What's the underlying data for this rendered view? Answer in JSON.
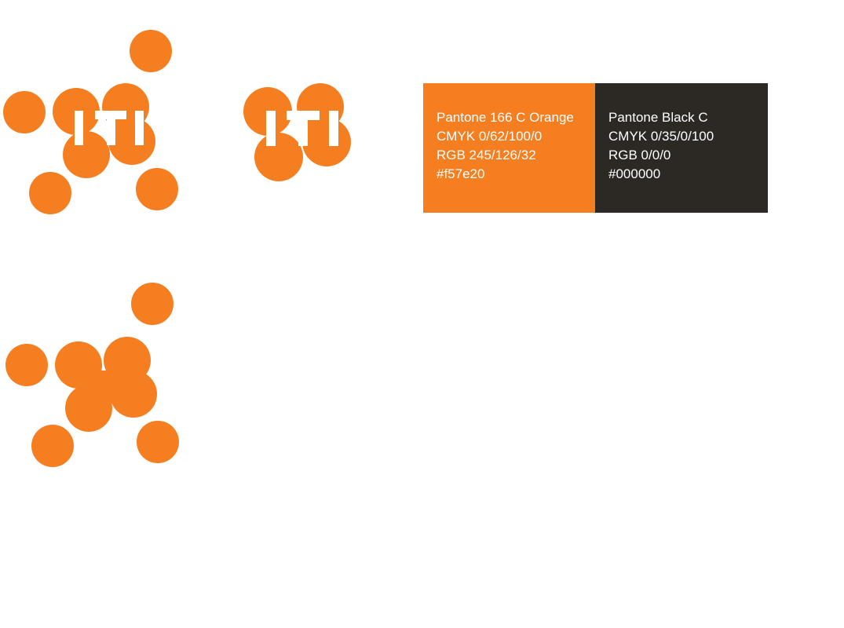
{
  "logos": {
    "full_mark_text": "ITI",
    "compact_mark_text": "ITI"
  },
  "colors": {
    "orange": "#f57e20",
    "black": "#2c2925",
    "text_on_swatch": "#ffffff"
  },
  "swatches": [
    {
      "name": "Pantone 166 C Orange",
      "cmyk": "CMYK 0/62/100/0",
      "rgb": "RGB 245/126/32",
      "hex": "#f57e20"
    },
    {
      "name": "Pantone Black C",
      "cmyk": "CMYK 0/35/0/100",
      "rgb": "RGB 0/0/0",
      "hex": "#000000"
    }
  ]
}
